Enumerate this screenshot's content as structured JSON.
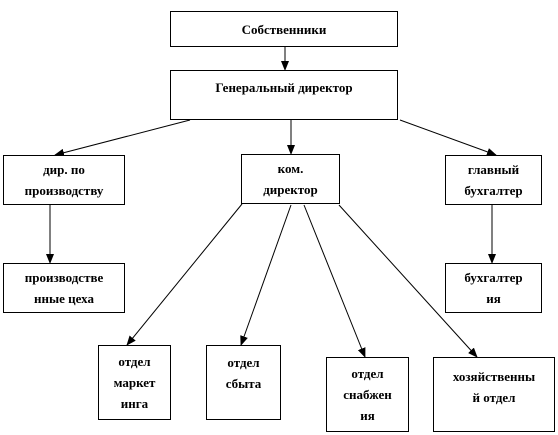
{
  "diagram": {
    "nodes": {
      "owners": "Собственники",
      "ceo": "Генеральный директор",
      "dir_production": "дир. по\nпроизводству",
      "commercial_director": "ком.\nдиректор",
      "chief_accountant": "главный\nбухгалтер",
      "production_shops": "производстве\nнные цеха",
      "marketing_dept": "отдел\nмаркет\nинга",
      "sales_dept": "отдел\nсбыта",
      "supply_dept": "отдел\nснабжен\nия",
      "admin_dept": "хозяйственны\nй отдел",
      "accounting_dept": "бухгалтер\nия"
    },
    "colors": {
      "line": "#000000",
      "box_border": "#000000",
      "background": "#ffffff"
    }
  }
}
